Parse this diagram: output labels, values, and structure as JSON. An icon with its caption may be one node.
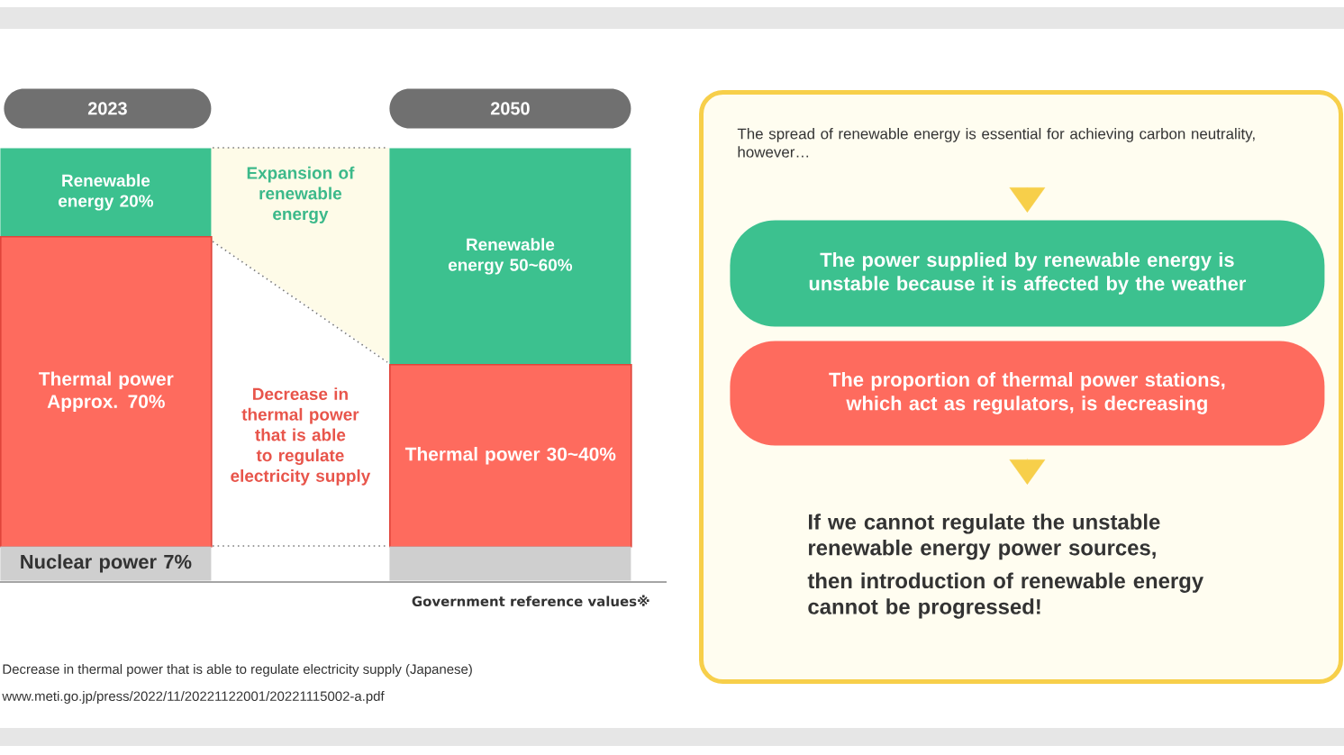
{
  "diagram": {
    "nodes": [
      {
        "text": [
          "2023"
        ]
      },
      {
        "text": [
          "2050"
        ]
      },
      {
        "text": [
          "Renewable energy 20%"
        ]
      },
      {
        "text": [
          "Thermal power Approx. 70%"
        ]
      },
      {
        "text": [
          "Nuclear power 7%"
        ]
      },
      {
        "text": [
          "Expansion of renewable energy"
        ]
      },
      {
        "text": [
          "Decrease in thermal power that is able to regulate electricity supply"
        ]
      },
      {
        "text": [
          "Renewable energy 50~60%"
        ]
      },
      {
        "text": [
          "Thermal power 30~40%"
        ]
      },
      {
        "text": [],
        "shape": "box"
      },
      {
        "text": [],
        "shape": "box"
      },
      {
        "text": [
          "The spread of renewable energy is essential for achieving carbon neutrality, however…"
        ],
        "in": 10
      },
      {
        "text": [
          "The power supplied by renewable energy is unstable because it is affected by the weather"
        ],
        "in": 10
      },
      {
        "text": [
          "The proportion of thermal power stations, which act as regulators, is decreasing"
        ],
        "in": 10
      },
      {
        "text": [
          "If we cannot regulate the unstable renewable energy power sources,",
          "then introduction of renewable energy cannot be progressed!"
        ],
        "in": 10
      }
    ],
    "edges": [
      {
        "from": 11,
        "to": 12,
        "arrow": "to"
      },
      {
        "from": 13,
        "to": 14,
        "arrow": "to"
      }
    ],
    "labels": [
      "Government reference values※",
      "Decrease in thermal power that is able to regulate electricity supply (Japanese)",
      "www.meti.go.jp/press/2022/11/20221122001/20221115002-a.pdf"
    ]
  }
}
